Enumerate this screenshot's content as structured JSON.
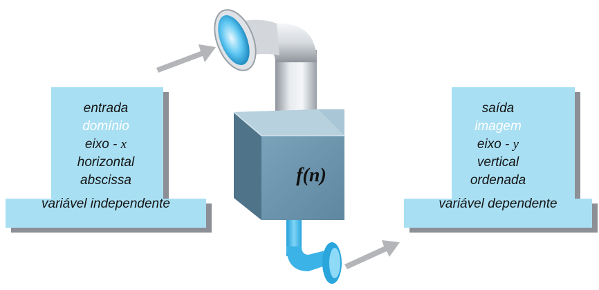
{
  "input_panel": {
    "lines": [
      "entrada",
      "domínio",
      "eixo -",
      "horizontal",
      "abscissa",
      "variável independente"
    ],
    "axis_variable": "x",
    "highlight_color": "#ffffff",
    "panel_color": "#a9dff3"
  },
  "output_panel": {
    "lines": [
      "saída",
      "imagem",
      "eixo -",
      "vertical",
      "ordenada",
      "variável dependente"
    ],
    "axis_variable": "y",
    "highlight_color": "#ffffff",
    "panel_color": "#a9dff3"
  },
  "function_box": {
    "label": "f(n)",
    "color": "#6f9ab3"
  },
  "pipe": {
    "color": "#c9cdd3",
    "opening_color": "#3ab8ee"
  },
  "arrows": {
    "color": "#b3b5b8"
  }
}
